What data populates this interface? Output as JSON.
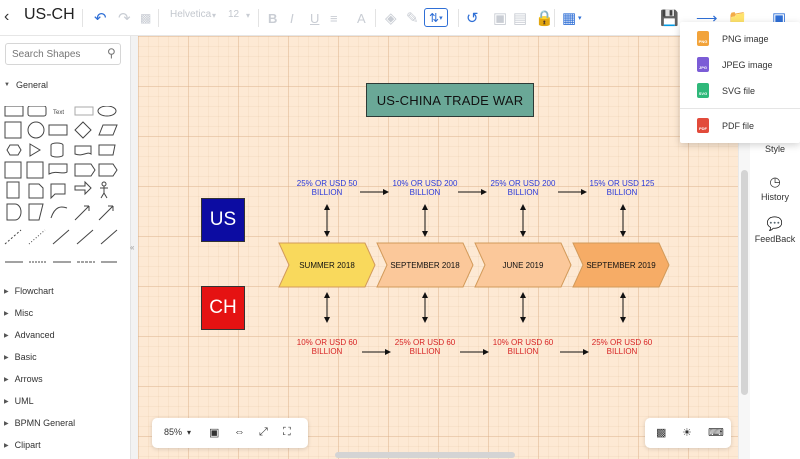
{
  "document": {
    "title": "US-CHINA"
  },
  "toolbar": {
    "font_name": "Helvetica",
    "font_size": "12",
    "accent_color": "#2f6fd6",
    "disabled_color": "#c9cdd4"
  },
  "left_panel": {
    "search_placeholder": "Search Shapes",
    "general_label": "General",
    "text_shape_label": "Text",
    "categories": [
      "Flowchart",
      "Misc",
      "Advanced",
      "Basic",
      "Arrows",
      "UML",
      "BPMN General",
      "Clipart"
    ]
  },
  "diagram": {
    "title": "US-CHINA TRADE  WAR",
    "us_label": "US",
    "ch_label": "CH",
    "us_color": "#0c0ca2",
    "ch_color": "#e51212",
    "us_values": [
      {
        "line1": "25% OR USD 50",
        "line2": "BILLION"
      },
      {
        "line1": "10% OR USD 200",
        "line2": "BILLION"
      },
      {
        "line1": "25% OR USD 200",
        "line2": "BILLION"
      },
      {
        "line1": "15% OR USD 125",
        "line2": "BILLION"
      }
    ],
    "ch_values": [
      {
        "line1": "10% OR USD 60",
        "line2": "BILLION"
      },
      {
        "line1": "25% OR USD 60",
        "line2": "BILLION"
      },
      {
        "line1": "10% OR USD 60",
        "line2": "BILLION"
      },
      {
        "line1": "25% OR USD 60",
        "line2": "BILLION"
      }
    ],
    "timeline": [
      {
        "label": "SUMMER 2018",
        "color": "#f9d95c"
      },
      {
        "label": "SEPTEMBER 2018",
        "color": "#fbc89a"
      },
      {
        "label": "JUNE 2019",
        "color": "#fbc89a"
      },
      {
        "label": "SEPTEMBER 2019",
        "color": "#f6ac66"
      }
    ]
  },
  "zoom": {
    "value": "85%"
  },
  "right_panel": {
    "items": [
      {
        "label": "Style",
        "icon": "style-icon"
      },
      {
        "label": "History",
        "icon": "history-icon"
      },
      {
        "label": "FeedBack",
        "icon": "feedback-icon"
      }
    ]
  },
  "export_menu": {
    "items": [
      {
        "label": "PNG image",
        "icon_text": "PNG",
        "color": "#f2a33a"
      },
      {
        "label": "JPEG image",
        "icon_text": "JPG",
        "color": "#7b5cd6"
      },
      {
        "label": "SVG file",
        "icon_text": "SVG",
        "color": "#2fb87a"
      },
      {
        "label": "PDF file",
        "icon_text": "PDF",
        "color": "#e24b3b"
      }
    ]
  }
}
